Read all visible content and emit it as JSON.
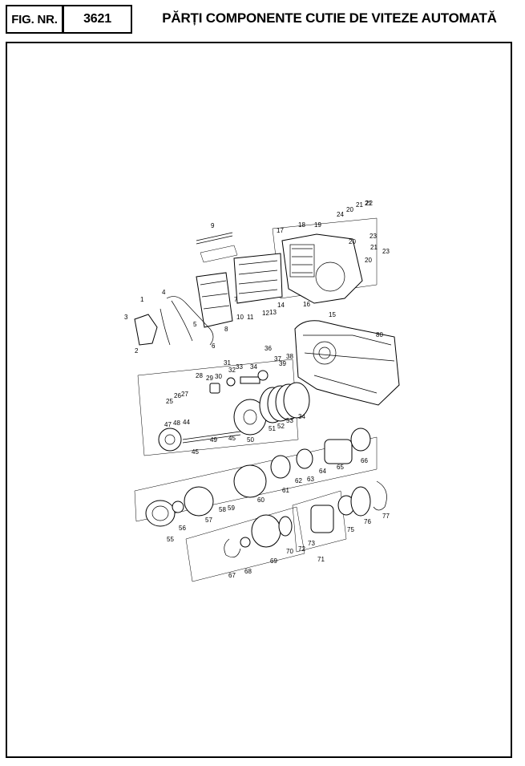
{
  "header": {
    "fig_label": "FIG. NR.",
    "fig_number": "3621",
    "title": "PĂRȚI COMPONENTE CUTIE DE VITEZE AUTOMATĂ"
  },
  "callouts": [
    "1",
    "2",
    "3",
    "4",
    "5",
    "6",
    "7",
    "8",
    "9",
    "10",
    "11",
    "12",
    "13",
    "14",
    "15",
    "16",
    "17",
    "18",
    "19",
    "20",
    "20",
    "20",
    "21",
    "21",
    "21",
    "22",
    "23",
    "23",
    "24",
    "25",
    "26",
    "27",
    "28",
    "29",
    "30",
    "31",
    "32",
    "33",
    "34",
    "34",
    "36",
    "37",
    "38",
    "39",
    "44",
    "45",
    "45",
    "47",
    "48",
    "49",
    "50",
    "51",
    "52",
    "53",
    "55",
    "56",
    "57",
    "58",
    "59",
    "60",
    "61",
    "62",
    "63",
    "64",
    "65",
    "66",
    "67",
    "68",
    "69",
    "70",
    "71",
    "72",
    "73",
    "75",
    "76",
    "77",
    "80"
  ]
}
